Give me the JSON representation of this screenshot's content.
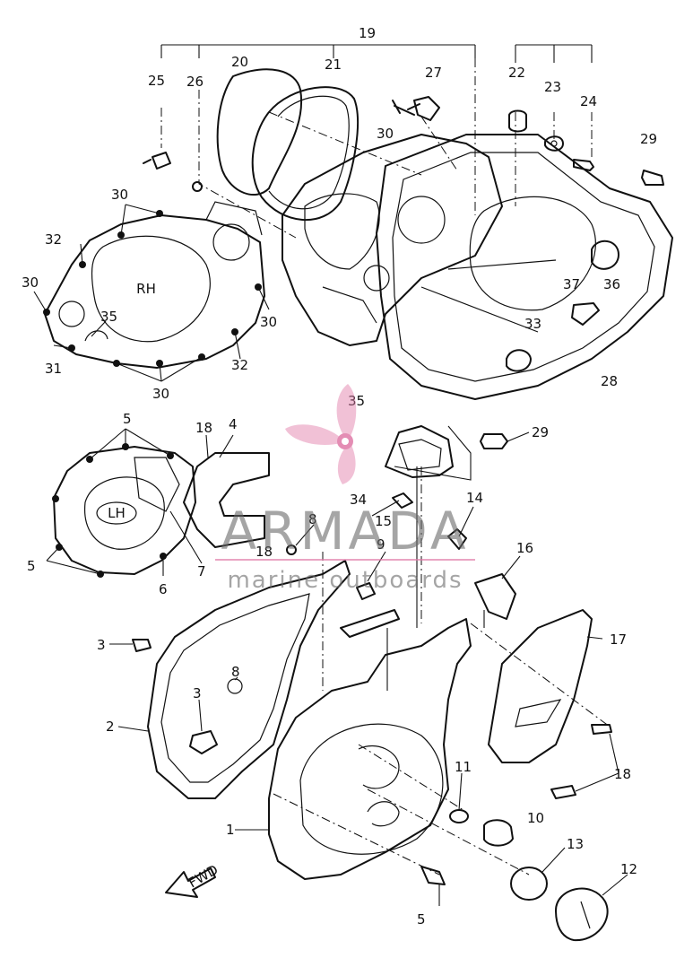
{
  "callouts": {
    "c1": "1",
    "c2": "2",
    "c3a": "3",
    "c3b": "3",
    "c4": "4",
    "c5a": "5",
    "c5b": "5",
    "c5c": "5",
    "c6": "6",
    "c7": "7",
    "c8a": "8",
    "c8b": "8",
    "c9": "9",
    "c10": "10",
    "c11": "11",
    "c12": "12",
    "c13": "13",
    "c14": "14",
    "c15": "15",
    "c16": "16",
    "c17": "17",
    "c18a": "18",
    "c18b": "18",
    "c18c": "18",
    "c19": "19",
    "c20": "20",
    "c21": "21",
    "c22": "22",
    "c23": "23",
    "c24": "24",
    "c25": "25",
    "c26": "26",
    "c27": "27",
    "c28": "28",
    "c29a": "29",
    "c29b": "29",
    "c30a": "30",
    "c30b": "30",
    "c30c": "30",
    "c30d": "30",
    "c30e": "30",
    "c31": "31",
    "c32a": "32",
    "c32b": "32",
    "c33": "33",
    "c34": "34",
    "c35a": "35",
    "c35b": "35",
    "c36": "36",
    "c37": "37"
  },
  "cover_labels": {
    "right_cover": "RH",
    "left_cover": "LH",
    "front_arrow": "FWD"
  },
  "watermark": {
    "brand": "ARMADA",
    "tagline": "marine outboards",
    "brand_color": "#e07aa8",
    "text_color": "#6a6a6a"
  }
}
